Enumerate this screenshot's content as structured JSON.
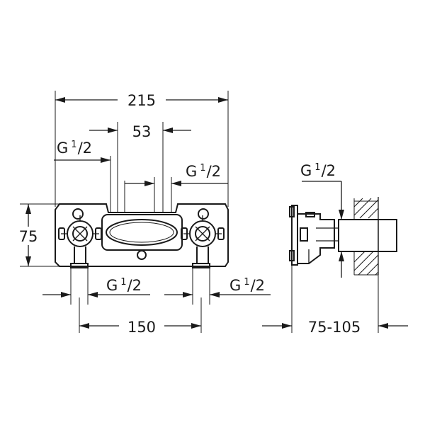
{
  "dimensions": {
    "overall_width": "215",
    "center_width": "53",
    "height": "75",
    "port_spacing": "150",
    "depth_range": "75-105"
  },
  "threads": {
    "base": "G",
    "fraction": "1/2",
    "numerator": "1",
    "denominator": "2"
  }
}
